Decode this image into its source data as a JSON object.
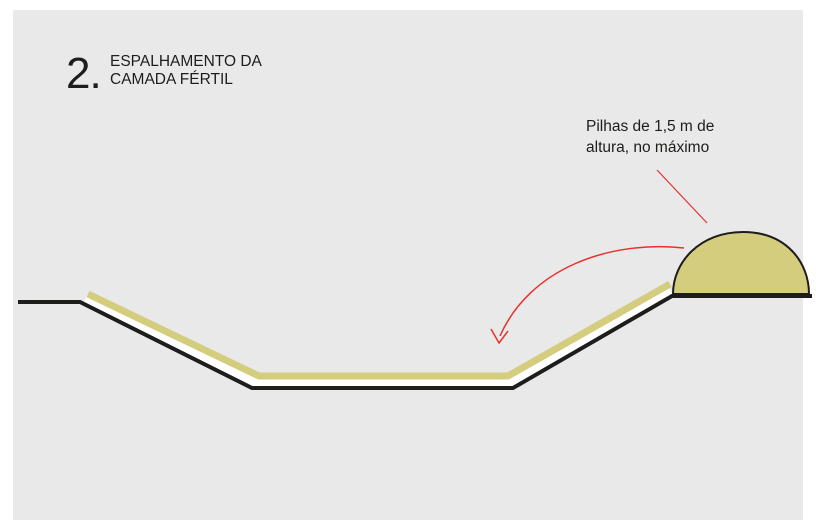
{
  "title": {
    "number": "2.",
    "line1": "ESPALHAMENTO DA",
    "line2": "CAMADA FÉRTIL"
  },
  "annotation": {
    "line1": "Pilhas de 1,5 m de",
    "line2": "altura, no máximo"
  },
  "colors": {
    "background": "#e9e9ea",
    "ground_line": "#1d1d1b",
    "fertile_layer": "#d5cd7e",
    "pile_fill": "#d5cd7e",
    "arrow": "#e8302b"
  }
}
